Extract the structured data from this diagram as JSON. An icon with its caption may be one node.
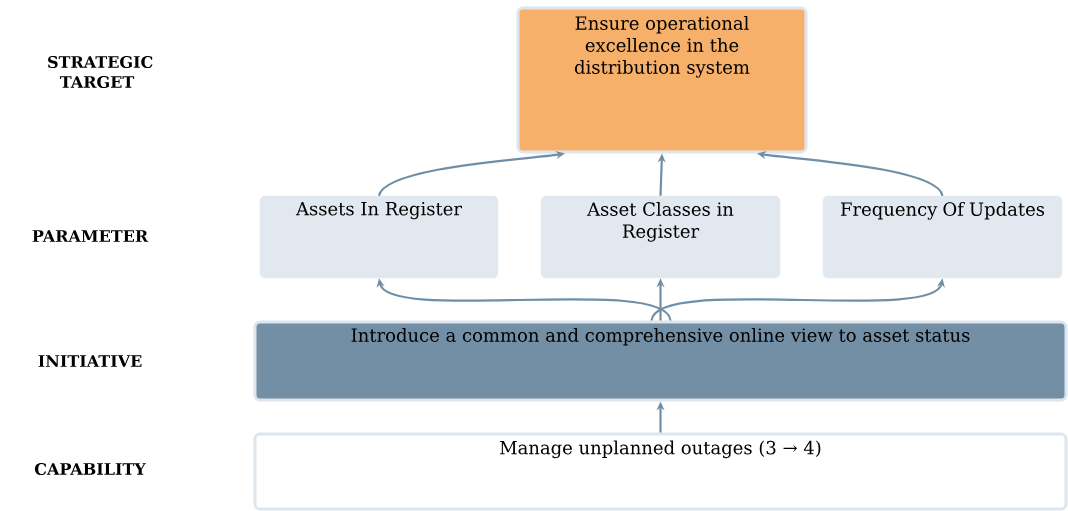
{
  "diagram": {
    "nodes": [
      {
        "text": [
          "Ensure operational excellence in the distribution system"
        ]
      },
      {
        "text": [
          "Assets In Register"
        ]
      },
      {
        "text": [
          "Asset Classes in Register"
        ]
      },
      {
        "text": [
          "Frequency Of Updates"
        ]
      },
      {
        "text": [
          "Introduce a common and comprehensive online view to asset status"
        ]
      },
      {
        "text": [
          "Manage unplanned outages (3 → 4)"
        ]
      }
    ],
    "edges": [
      {
        "from": 1,
        "to": 0,
        "arrow": "to"
      },
      {
        "from": 2,
        "to": 0,
        "arrow": "to"
      },
      {
        "from": 3,
        "to": 0,
        "arrow": "to"
      },
      {
        "from": 4,
        "to": 1,
        "arrow": "to"
      },
      {
        "from": 4,
        "to": 2,
        "arrow": "to"
      },
      {
        "from": 4,
        "to": 3,
        "arrow": "to"
      },
      {
        "from": 5,
        "to": 4,
        "arrow": "to"
      }
    ],
    "labels": [
      "STRATEGIC TARGET",
      "PARAMETER",
      "INITIATIVE",
      "CAPABILITY"
    ]
  }
}
